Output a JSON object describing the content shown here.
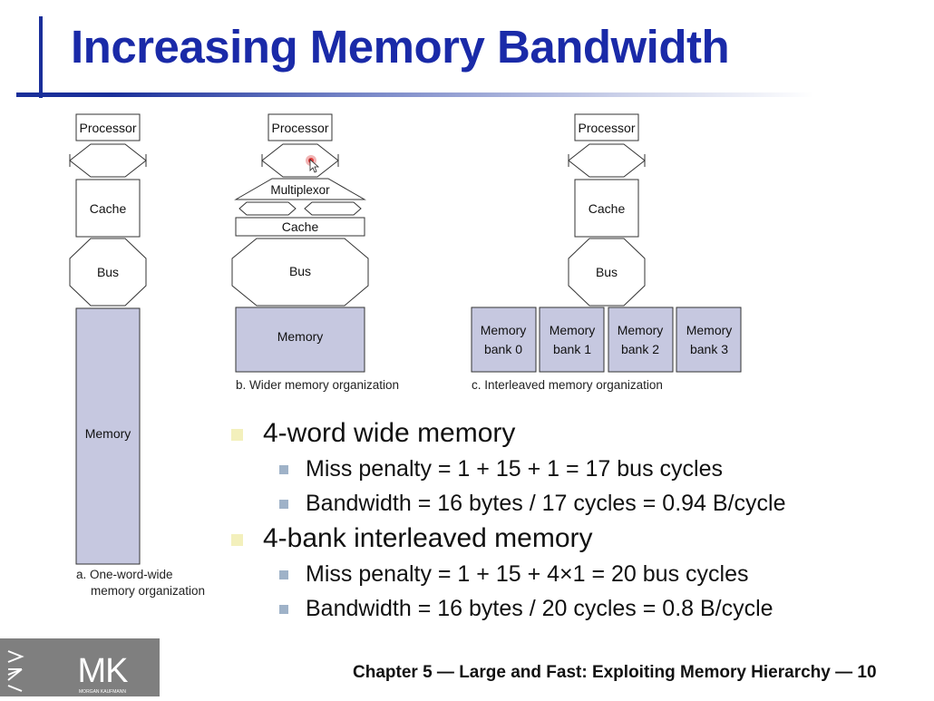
{
  "slide": {
    "title": "Increasing Memory Bandwidth",
    "footer": "Chapter 5 — Large and Fast: Exploiting Memory Hierarchy — 10"
  },
  "logo": {
    "initials": "MK",
    "publisher": "MORGAN KAUFMANN"
  },
  "diagram_a": {
    "processor": "Processor",
    "cache": "Cache",
    "bus": "Bus",
    "memory": "Memory",
    "caption_line1": "a. One-word-wide",
    "caption_line2": "memory organization"
  },
  "diagram_b": {
    "processor": "Processor",
    "multiplexor": "Multiplexor",
    "cache": "Cache",
    "bus": "Bus",
    "memory": "Memory",
    "caption": "b. Wider memory organization"
  },
  "diagram_c": {
    "processor": "Processor",
    "cache": "Cache",
    "bus": "Bus",
    "banks": [
      {
        "line1": "Memory",
        "line2": "bank 0"
      },
      {
        "line1": "Memory",
        "line2": "bank 1"
      },
      {
        "line1": "Memory",
        "line2": "bank 2"
      },
      {
        "line1": "Memory",
        "line2": "bank 3"
      }
    ],
    "caption": "c. Interleaved memory organization"
  },
  "bullets": [
    {
      "text": "4-word wide memory",
      "sub": [
        "Miss penalty = 1 + 15 + 1 = 17 bus cycles",
        "Bandwidth = 16 bytes / 17 cycles = 0.94 B/cycle"
      ]
    },
    {
      "text": "4-bank interleaved memory",
      "sub": [
        "Miss penalty = 1 + 15 + 4×1 = 20 bus cycles",
        "Bandwidth = 16 bytes / 20 cycles = 0.8 B/cycle"
      ]
    }
  ],
  "colors": {
    "title": "#1a2aa8",
    "memory_fill": "#c6c8e0",
    "bullet_main": "#f3f0bc",
    "bullet_sub": "#9fb2c8"
  }
}
